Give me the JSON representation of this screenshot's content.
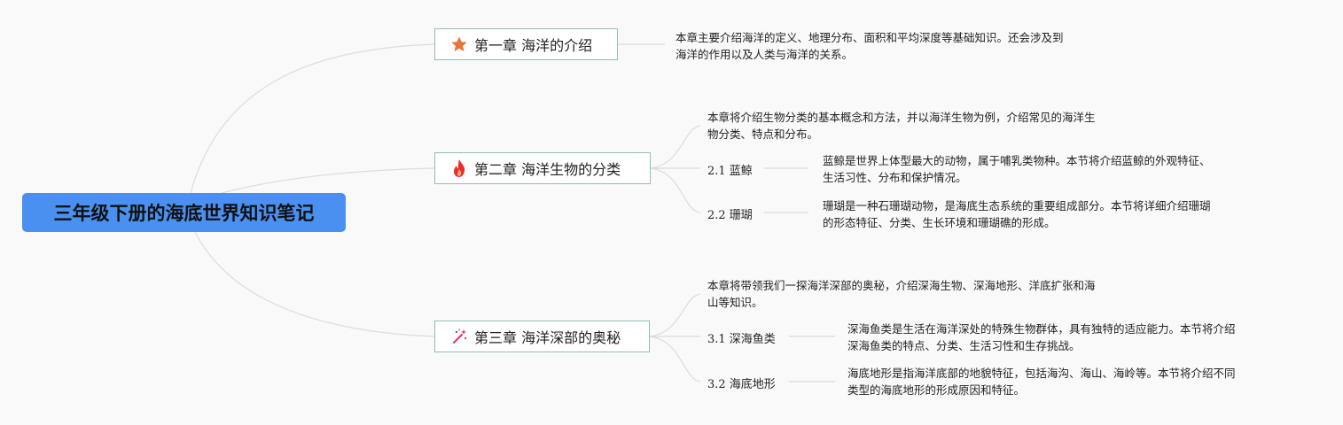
{
  "root": {
    "title": "三年级下册的海底世界知识笔记"
  },
  "chapters": [
    {
      "label": "第一章 海洋的介绍",
      "icon": "star-icon",
      "summary": [
        "本章主要介绍海洋的定义、地理分布、面积和平均深度等基础知识。还会涉及到",
        "海洋的作用以及人类与海洋的关系。"
      ]
    },
    {
      "label": "第二章 海洋生物的分类",
      "icon": "fire-icon",
      "summary": [
        "本章将介绍生物分类的基本概念和方法，并以海洋生物为例，介绍常见的海洋生",
        "物分类、特点和分布。"
      ],
      "sections": [
        {
          "label": "2.1 蓝鲸",
          "detail": [
            "蓝鲸是世界上体型最大的动物，属于哺乳类物种。本节将介绍蓝鲸的外观特征、",
            "生活习性、分布和保护情况。"
          ]
        },
        {
          "label": "2.2 珊瑚",
          "detail": [
            "珊瑚是一种石珊瑚动物，是海底生态系统的重要组成部分。本节将详细介绍珊瑚",
            "的形态特征、分类、生长环境和珊瑚礁的形成。"
          ]
        }
      ]
    },
    {
      "label": "第三章 海洋深部的奥秘",
      "icon": "sparkle-wand-icon",
      "summary": [
        "本章将带领我们一探海洋深部的奥秘，介绍深海生物、深海地形、洋底扩张和海",
        "山等知识。"
      ],
      "sections": [
        {
          "label": "3.1 深海鱼类",
          "detail": [
            "深海鱼类是生活在海洋深处的特殊生物群体，具有独特的适应能力。本节将介绍",
            "深海鱼类的特点、分类、生活习性和生存挑战。"
          ]
        },
        {
          "label": "3.2 海底地形",
          "detail": [
            "海底地形是指海洋底部的地貌特征，包括海沟、海山、海岭等。本节将介绍不同",
            "类型的海底地形的形成原因和特征。"
          ]
        }
      ]
    }
  ],
  "colors": {
    "root": "#4a90f0",
    "chapter_border": "#8fc0b0",
    "link": "#dcdcdc",
    "star": "#e8743b",
    "fire": "#e8302a",
    "wand": "#d9306a"
  }
}
